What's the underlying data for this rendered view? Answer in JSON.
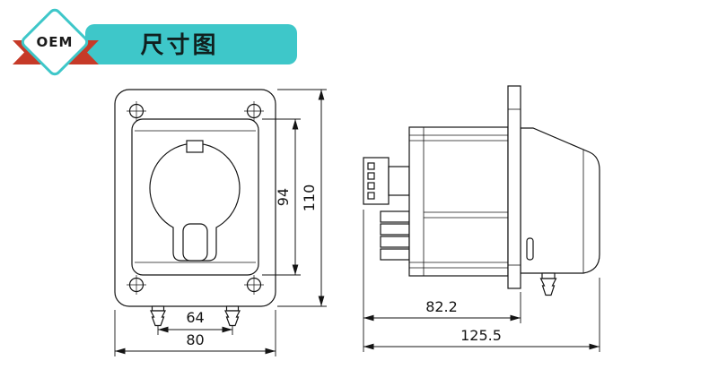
{
  "banner": {
    "title": "尺寸图"
  },
  "badge": {
    "label": "OEM"
  },
  "front_view": {
    "dim_inner_height": "94",
    "dim_total_height": "110",
    "dim_port_spacing": "64",
    "dim_width": "80"
  },
  "side_view": {
    "dim_mount_depth": "82.2",
    "dim_total_depth": "125.5"
  },
  "colors": {
    "banner_teal": "#3ec7c9",
    "ribbon_red": "#c63a28",
    "line": "#141414"
  }
}
